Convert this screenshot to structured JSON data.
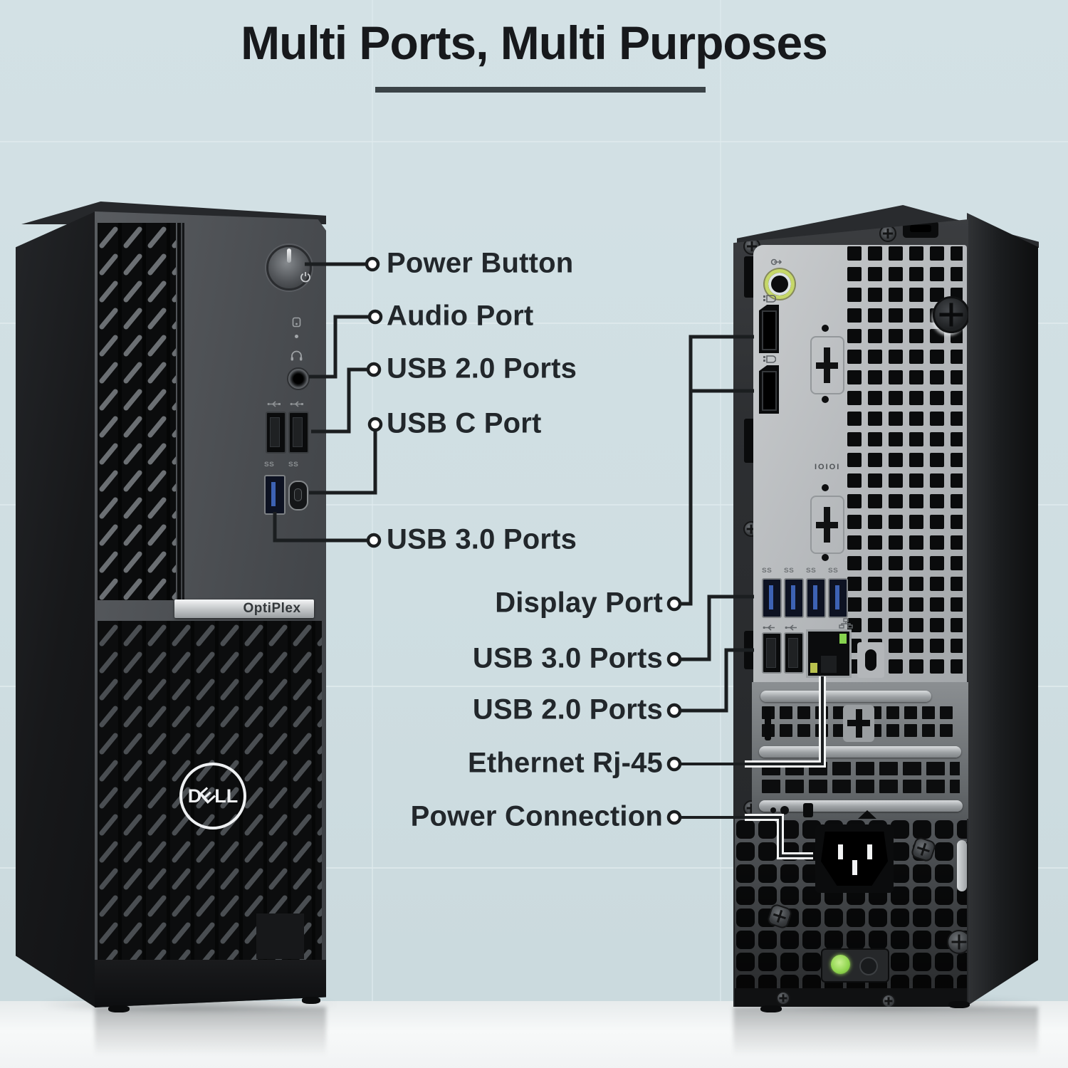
{
  "page": {
    "title": "Multi Ports, Multi Purposes"
  },
  "front_view": {
    "badge": "OptiPlex",
    "brand": {
      "l1": "D",
      "l2": "E",
      "l3": "L",
      "l4": "L"
    },
    "port_markings": {
      "usb3": "SS",
      "usbc": "SS"
    },
    "labels": [
      {
        "text": "Power Button"
      },
      {
        "text": "Audio Port"
      },
      {
        "text": "USB 2.0 Ports"
      },
      {
        "text": "USB C Port"
      },
      {
        "text": "USB 3.0 Ports"
      }
    ]
  },
  "back_view": {
    "port_markings": {
      "usb3": "SS",
      "serial": "IOIOI"
    },
    "labels": [
      {
        "text": "Display Port"
      },
      {
        "text": "USB 3.0 Ports"
      },
      {
        "text": "USB 2.0 Ports"
      },
      {
        "text": "Ethernet Rj-45"
      },
      {
        "text": "Power Connection"
      }
    ]
  },
  "colors": {
    "wall": "#cfdee2",
    "callout_line": "#1b1e20",
    "usb3_blue": "#3d62b4",
    "audio_lineout_lime": "#c6d869",
    "ethernet_led_green": "#86d34f",
    "psu_led_green": "#9edc5a"
  }
}
